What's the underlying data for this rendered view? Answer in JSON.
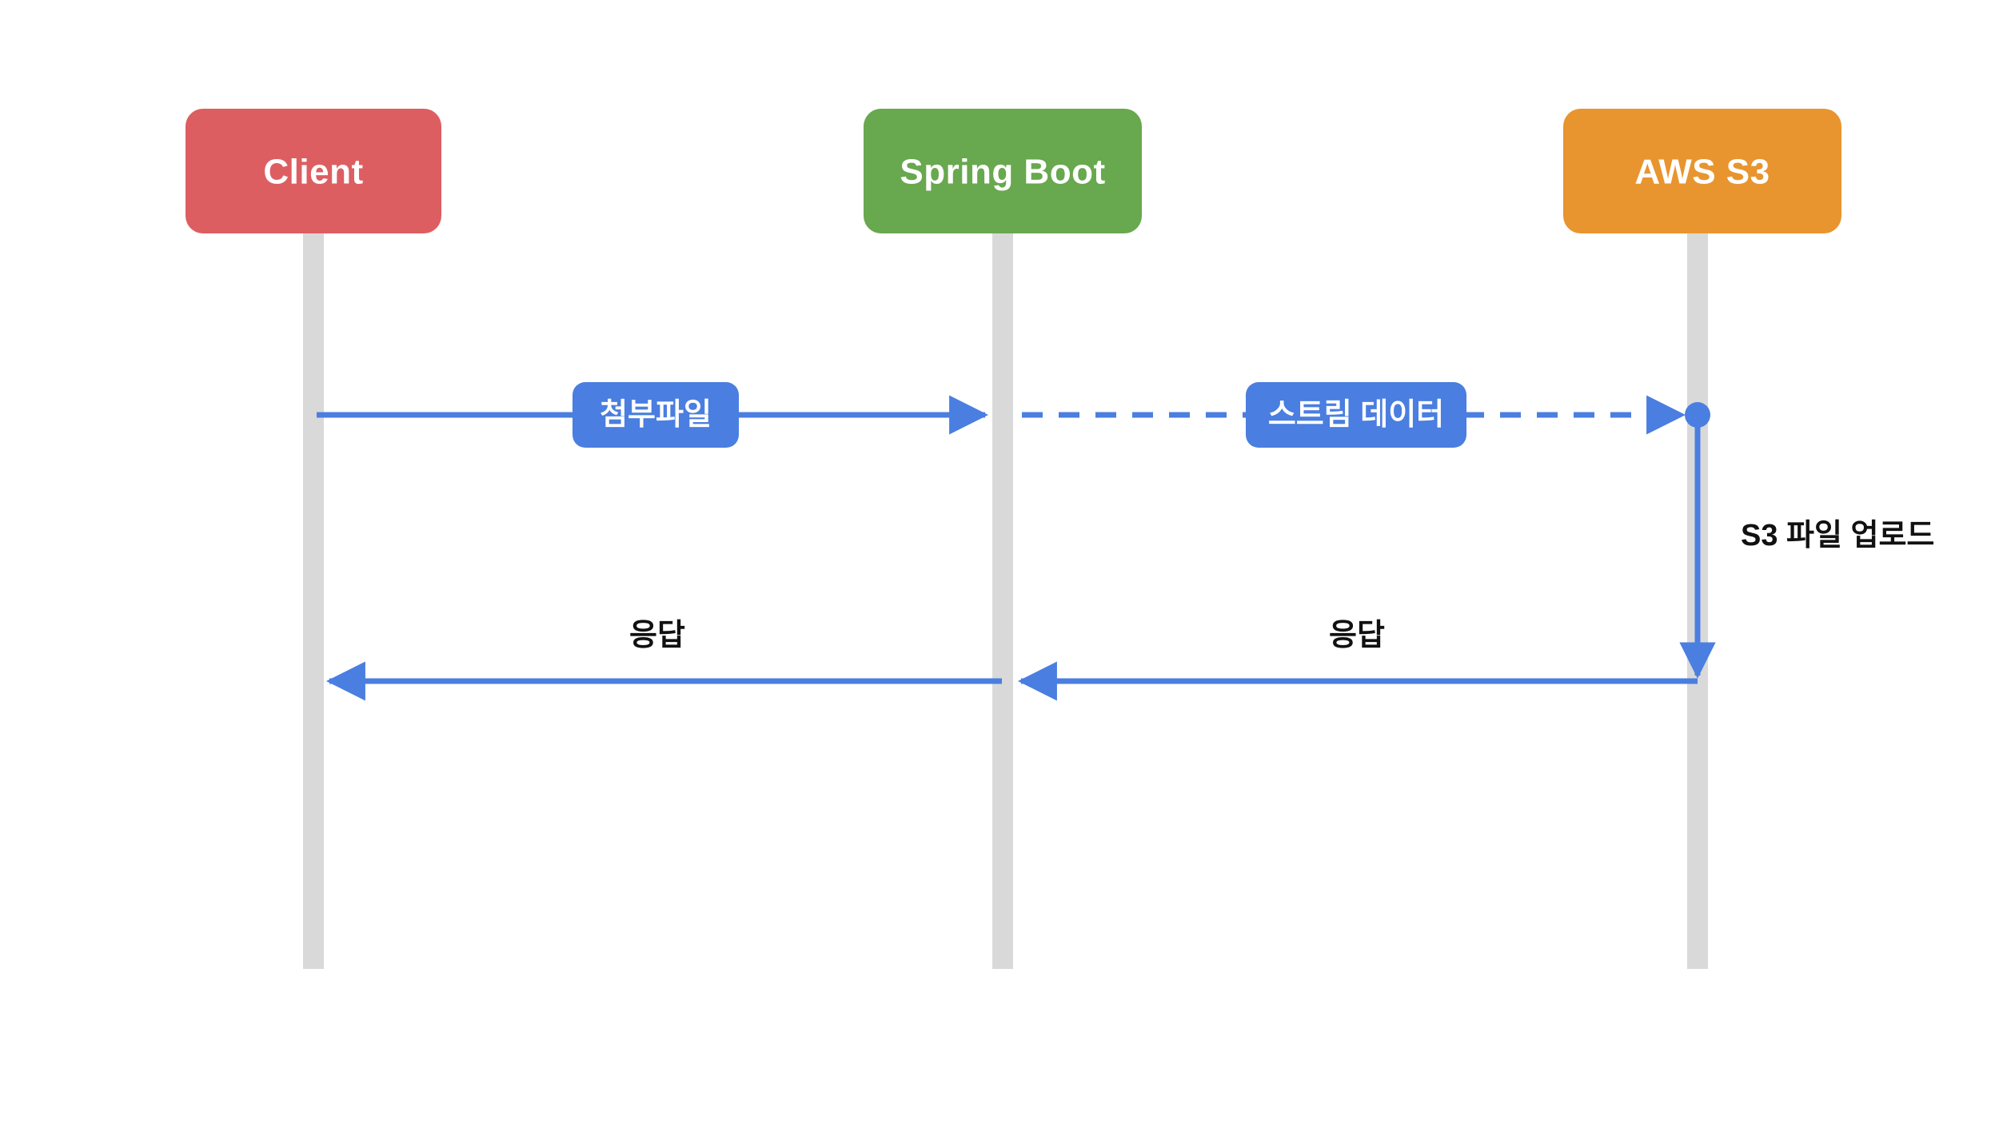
{
  "diagram": {
    "type": "sequence-diagram",
    "background_color": "#FFFFFF",
    "lifeline_color": "#D9D9D9",
    "arrow_color": "#4A7EE0",
    "participants": [
      {
        "id": "client",
        "label": "Client",
        "color": "#DD5E61",
        "text_color": "#FFFFFF"
      },
      {
        "id": "spring-boot",
        "label": "Spring Boot",
        "color": "#68A84E",
        "text_color": "#FFFFFF"
      },
      {
        "id": "aws-s3",
        "label": "AWS S3",
        "color": "#E8952F",
        "text_color": "#FFFFFF"
      }
    ],
    "messages": [
      {
        "id": "msg-attachment",
        "label": "첨부파일",
        "from": "client",
        "to": "spring-boot",
        "style": "solid",
        "direction": "right",
        "label_style": "boxed",
        "label_box_color": "#4A7EE0",
        "label_text_color": "#FFFFFF"
      },
      {
        "id": "msg-stream-data",
        "label": "스트림 데이터",
        "from": "spring-boot",
        "to": "aws-s3",
        "style": "dashed",
        "direction": "right",
        "label_style": "boxed",
        "label_box_color": "#4A7EE0",
        "label_text_color": "#FFFFFF"
      },
      {
        "id": "msg-s3-upload",
        "label": "S3 파일 업로드",
        "from": "aws-s3",
        "to": "aws-s3",
        "style": "solid",
        "direction": "down",
        "label_style": "plain",
        "label_text_color": "#111111"
      },
      {
        "id": "msg-response-s3",
        "label": "응답",
        "from": "aws-s3",
        "to": "spring-boot",
        "style": "solid",
        "direction": "left",
        "label_style": "plain",
        "label_text_color": "#111111"
      },
      {
        "id": "msg-response-client",
        "label": "응답",
        "from": "spring-boot",
        "to": "client",
        "style": "solid",
        "direction": "left",
        "label_style": "plain",
        "label_text_color": "#111111"
      }
    ]
  }
}
